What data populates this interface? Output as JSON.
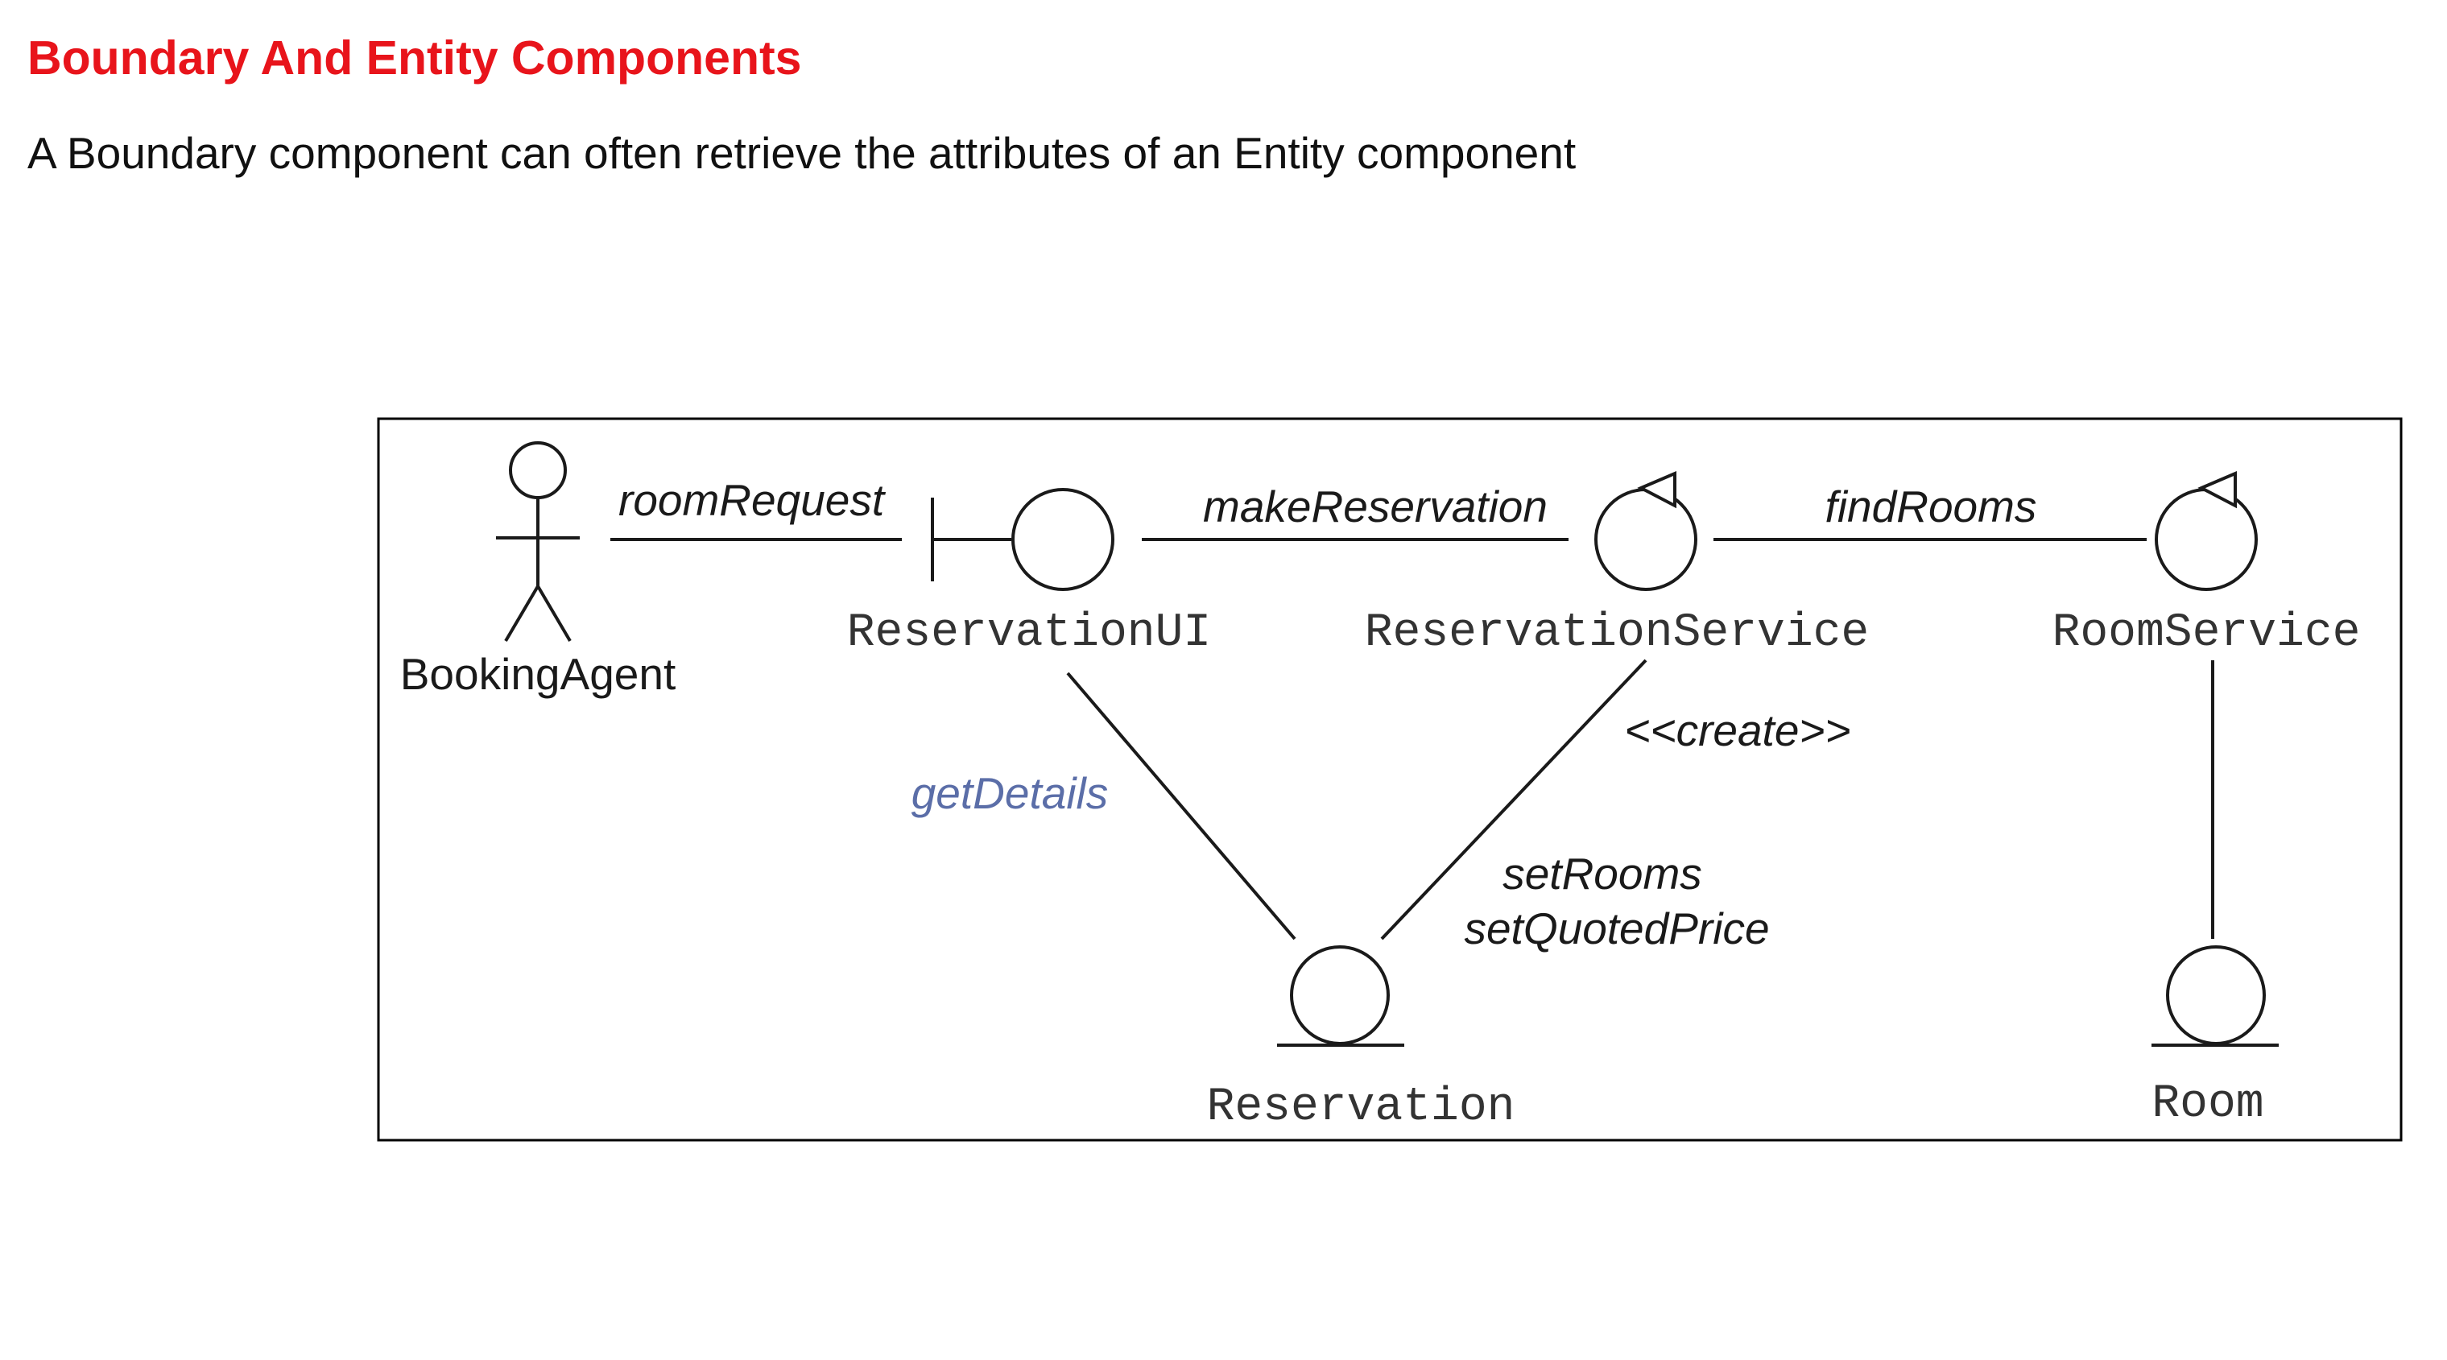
{
  "page": {
    "title": "Boundary And Entity Components",
    "subtitle": "A Boundary component can often retrieve the attributes of an Entity component"
  },
  "diagram": {
    "nodes": {
      "actor": "BookingAgent",
      "boundary": "ReservationUI",
      "control1": "ReservationService",
      "control2": "RoomService",
      "entity1": "Reservation",
      "entity2": "Room"
    },
    "messages": {
      "room_request": "roomRequest",
      "make_reservation": "makeReservation",
      "find_rooms": "findRooms",
      "get_details": "getDetails",
      "create": "<<create>>",
      "set_rooms": "setRooms",
      "set_quoted_price": "setQuotedPrice"
    },
    "colors": {
      "title": "#e8141b",
      "highlight_message": "#5b6ea8"
    }
  }
}
